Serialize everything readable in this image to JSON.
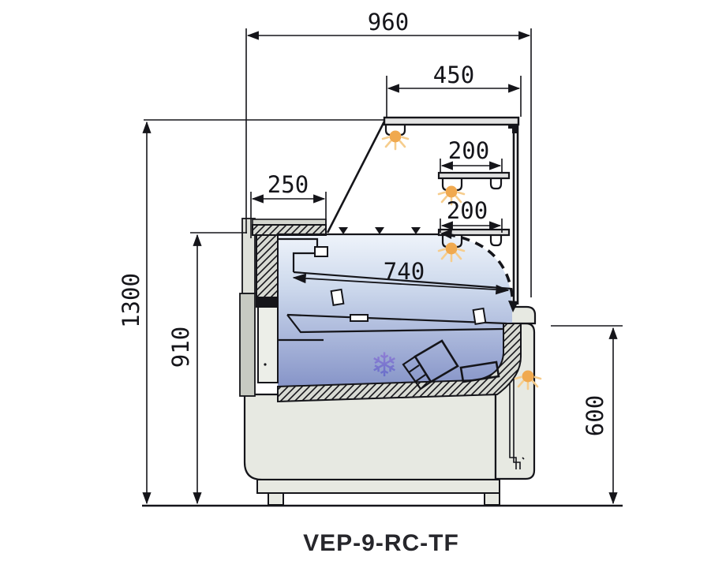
{
  "drawing": {
    "model": "VEP-9-RC-TF",
    "dimensions_mm": {
      "overall_width": "960",
      "canopy_width": "450",
      "upper_shelf_depth": "200",
      "lower_shelf_depth": "200",
      "front_counter_depth": "250",
      "display_deck_depth": "740",
      "overall_height": "1300",
      "worktop_height": "910",
      "rear_counter_height": "600"
    },
    "icons": {
      "snowflake_glyph": "❄"
    },
    "colors": {
      "line": "#15151a",
      "lamp_orange": "#f0a94f",
      "lamp_rays": "#f6cd8d",
      "interior_blue_top": "#eef3fa",
      "interior_blue_bottom": "#8694c8",
      "snowflake_purple_top": "#9c83d8",
      "snowflake_purple_bottom": "#5a6ac6",
      "cabinet_gray": "#e7e9e2",
      "hatch_gray": "#d8dad3"
    }
  }
}
